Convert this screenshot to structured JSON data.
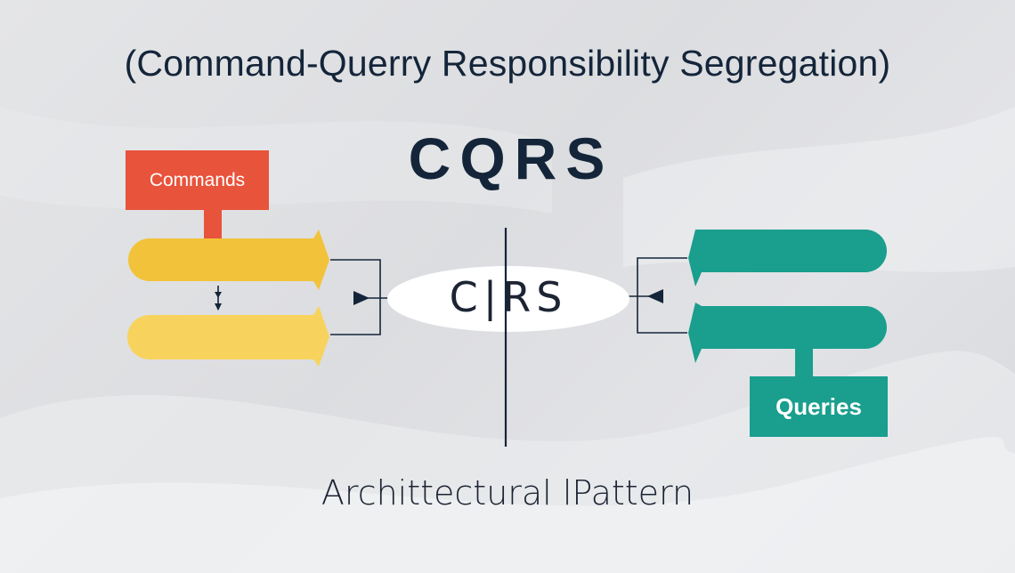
{
  "subtitle": "(Command-Querry Responsibility Segregation)",
  "title": "CQRS",
  "commands_label": "Commands",
  "queries_label": "Queries",
  "ellipse_text": "C|RS",
  "footer": "Archittectural lPattern",
  "colors": {
    "commands": "#e8533b",
    "command_bar_top": "#f2c23a",
    "command_bar_bottom": "#f7d35e",
    "queries": "#1a9e8e",
    "ink": "#14253a"
  }
}
